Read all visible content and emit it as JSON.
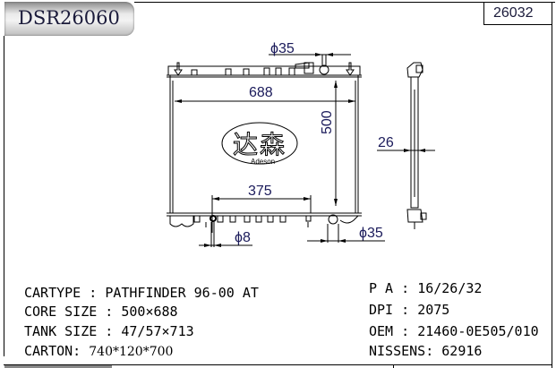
{
  "header": {
    "model_code": "DSR26060",
    "ref_code": "26032"
  },
  "drawing": {
    "dimensions": {
      "inlet_diameter": "ϕ35",
      "core_width": "688",
      "core_height": "500",
      "fitting_spacing": "375",
      "drain_diameter": "ϕ8",
      "outlet_diameter": "ϕ35",
      "core_thickness": "26"
    },
    "logo": {
      "chinese": "达森",
      "english": "Adeson"
    }
  },
  "specs_left": [
    {
      "label": "CARTYPE : ",
      "value": "PATHFINDER 96-00 AT"
    },
    {
      "label": "CORE SIZE : ",
      "value": "500×688"
    },
    {
      "label": "TANK SIZE : ",
      "value": "47/57×713"
    },
    {
      "label": "CARTON: ",
      "value": "740*120*700"
    }
  ],
  "specs_right": [
    {
      "label": "P A : ",
      "value": "16/26/32"
    },
    {
      "label": "DPI : ",
      "value": "2075"
    },
    {
      "label": "OEM : ",
      "value": "21460-0E505/010"
    },
    {
      "label": "NISSENS: ",
      "value": "62916"
    }
  ]
}
